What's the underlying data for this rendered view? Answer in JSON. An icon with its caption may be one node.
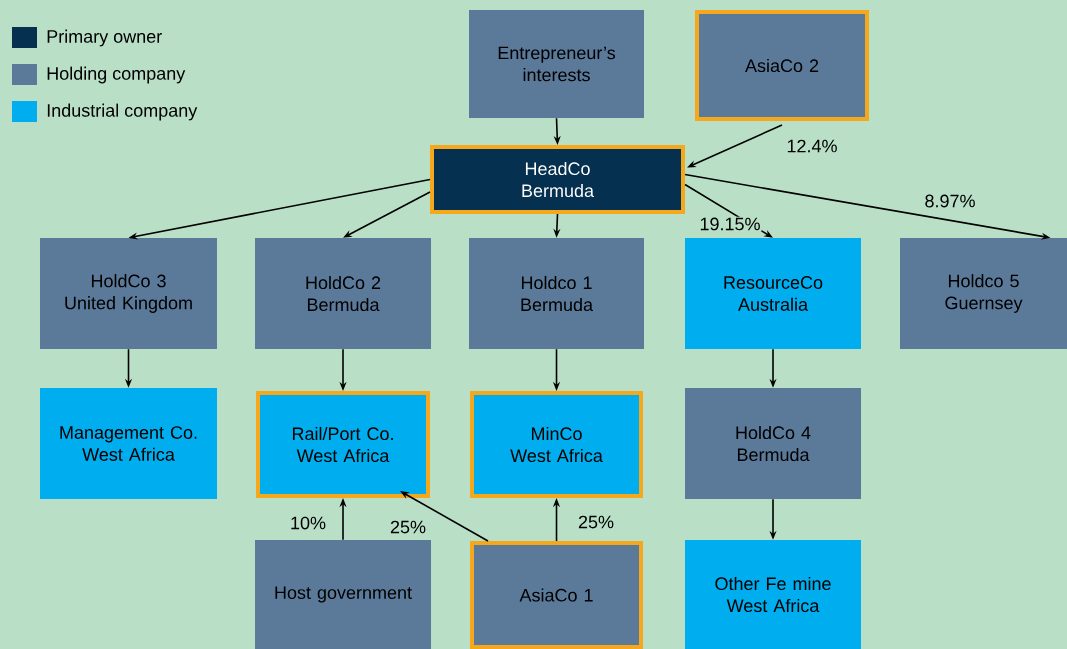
{
  "diagram": {
    "nodes": [
      {
        "text": [
          "Entrepreneur’s interests"
        ]
      },
      {
        "text": [
          "AsiaCo 2"
        ]
      },
      {
        "text": [
          "HeadCo",
          "Bermuda"
        ]
      },
      {
        "text": [
          "HoldCo 3",
          "United Kingdom"
        ]
      },
      {
        "text": [
          "HoldCo 2",
          "Bermuda"
        ]
      },
      {
        "text": [
          "Holdco 1",
          "Bermuda"
        ]
      },
      {
        "text": [
          "ResourceCo",
          "Australia"
        ]
      },
      {
        "text": [
          "Holdco 5",
          "Guernsey"
        ]
      },
      {
        "text": [
          "Management Co.",
          "West Africa"
        ]
      },
      {
        "text": [
          "Rail/Port Co.",
          "West Africa"
        ]
      },
      {
        "text": [
          "MinCo",
          "West Africa"
        ]
      },
      {
        "text": [
          "HoldCo 4",
          "Bermuda"
        ]
      },
      {
        "text": [
          "Host government"
        ]
      },
      {
        "text": [
          "AsiaCo 1"
        ]
      },
      {
        "text": [
          "Other Fe mine",
          "West Africa"
        ]
      }
    ],
    "edges": [
      {
        "from": 0,
        "to": 2,
        "arrow": "to"
      },
      {
        "from": 1,
        "to": 2,
        "arrow": "to",
        "label": "12.4%"
      },
      {
        "from": 2,
        "to": 3,
        "arrow": "to"
      },
      {
        "from": 2,
        "to": 4,
        "arrow": "to"
      },
      {
        "from": 2,
        "to": 5,
        "arrow": "to"
      },
      {
        "from": 2,
        "to": 6,
        "arrow": "to",
        "label": "19.15%"
      },
      {
        "from": 2,
        "to": 7,
        "arrow": "to",
        "label": "8.97%"
      },
      {
        "from": 3,
        "to": 8,
        "arrow": "to"
      },
      {
        "from": 4,
        "to": 9,
        "arrow": "to"
      },
      {
        "from": 5,
        "to": 10,
        "arrow": "to"
      },
      {
        "from": 6,
        "to": 11,
        "arrow": "to"
      },
      {
        "from": 11,
        "to": 14,
        "arrow": "to"
      },
      {
        "from": 12,
        "to": 9,
        "arrow": "to",
        "label": "10%"
      },
      {
        "from": 13,
        "to": 9,
        "arrow": "to",
        "label": "25%"
      },
      {
        "from": 13,
        "to": 10,
        "arrow": "to",
        "label": "25%"
      }
    ],
    "legend": [
      {
        "text": "Primary owner",
        "color": "#06304f"
      },
      {
        "text": "Holding company",
        "color": "#5b7a9a"
      },
      {
        "text": "Industrial company",
        "color": "#00adee"
      }
    ]
  }
}
